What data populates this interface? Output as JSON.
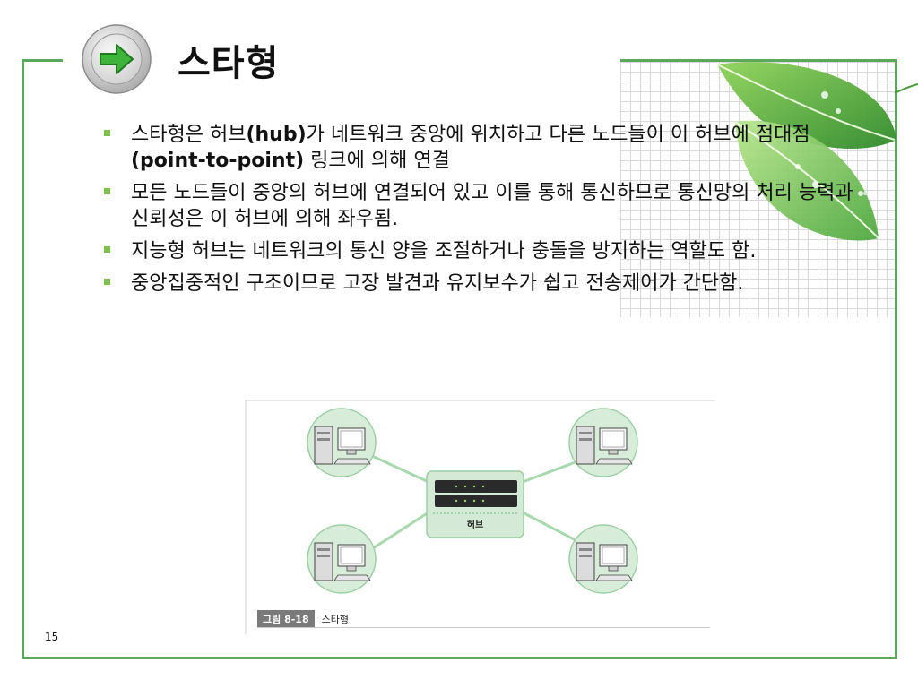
{
  "slide": {
    "title": "스타형",
    "page_number": "15"
  },
  "bullets": [
    {
      "parts": [
        "스타형은 허브",
        "(hub)",
        "가 네트워크 중앙에 위치하고 다른 노드들이 이 허브에 점대점",
        "(point-to-point)",
        " 링크에 의해 연결"
      ]
    },
    {
      "parts": [
        "모든 노드들이 중앙의 허브에 연결되어 있고 이를 통해 통신하므로 통신망의 처리 능력과 신뢰성은 이 허브에 의해 좌우됨."
      ]
    },
    {
      "parts": [
        "지능형 허브는 네트워크의 통신 양을 조절하거나 충돌을 방지하는 역할도 함."
      ]
    },
    {
      "parts": [
        "중앙집중적인 구조이므로 고장 발견과 유지보수가 쉽고 전송제어가 간단함."
      ]
    }
  ],
  "figure": {
    "hub_label": "허브",
    "caption_label": "그림 8-18",
    "caption_text": "스타형"
  },
  "colors": {
    "frame": "#5aa85a",
    "bullet": "#7cc24a",
    "node_circle": "#d7ecd9",
    "hub_box": "#d4ead6"
  },
  "icons": [
    "arrow-right-icon",
    "computer-icon",
    "hub-device-icon",
    "leaf-icon"
  ]
}
